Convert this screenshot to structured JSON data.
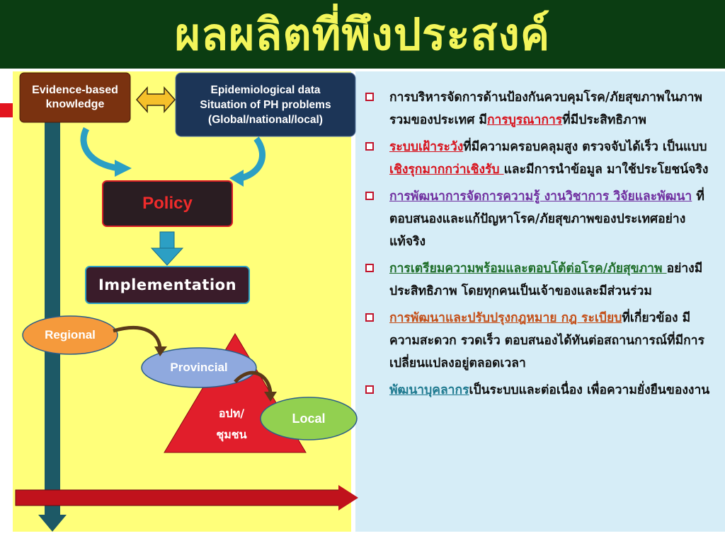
{
  "title": "ผลผลิตที่พึงประสงค์",
  "colors": {
    "header_bg": "#0b3d12",
    "title": "#f3f55a",
    "left_panel": "#ffff7a",
    "right_panel": "#d6edf7",
    "evidence_box": "#7a3210",
    "epi_box": "#1c3557",
    "policy_box": "#2a1d22",
    "policy_text": "#ef2b2b",
    "implementation_box": "#3a1c2a",
    "arrow_teal": "#2c9fc4",
    "arrow_vertical": "#1d5966",
    "arrow_horizontal": "#c0121c",
    "regional": "#f59a3c",
    "provincial": "#8fa9de",
    "local": "#92d050",
    "triangle": "#e11e2b",
    "bullet_marker": "#c0142c",
    "red_link": "#d8141e",
    "purple_link": "#7030a0",
    "green_link": "#1f6e2a",
    "orange_link": "#c4501a",
    "teal_link": "#1f7a90"
  },
  "diagram": {
    "evidence_box": "Evidence-based knowledge",
    "evidence_line1": "Evidence-based",
    "evidence_line2": "knowledge",
    "epi_line1": "Epidemiological data",
    "epi_line2": "Situation of PH problems",
    "epi_line3": "(Global/national/local)",
    "policy": "Policy",
    "implementation": "Implementation",
    "regional": "Regional",
    "provincial": "Provincial",
    "local": "Local",
    "triangle_line1": "อปท/",
    "triangle_line2": "ชุมชน",
    "double_arrow_icon": "double-arrow-icon"
  },
  "bullets": [
    {
      "pre": "การบริหารจัดการด้านป้องกันควบคุมโรค/ภัยสุขภาพในภาพรวมของประเทศ มี",
      "link": "การบูรณาการ",
      "post": "ที่มีประสิทธิภาพ",
      "link_color": "#d8141e"
    },
    {
      "pre": "",
      "link": "ระบบเฝ้าระวัง",
      "post": "ที่มีความครอบคลุมสูง ตรวจจับได้เร็ว เป็นแบบ",
      "link2": "เชิงรุกมากกว่าเชิงรับ ",
      "post2": "และมีการนำข้อมูล มาใช้ประโยชน์จริง",
      "link_color": "#d8141e"
    },
    {
      "pre": "",
      "link": "การพัฒนาการจัดการความรู้ งานวิชาการ วิจัยและพัฒนา",
      "post": " ที่ตอบสนองและแก้ปัญหาโรค/ภัยสุขภาพของประเทศอย่างแท้จริง",
      "link_color": "#7030a0"
    },
    {
      "pre": "",
      "link": "การเตรียมความพร้อมและตอบโต้ต่อโรค/ภัยสุขภาพ ",
      "post": "อย่างมีประสิทธิภาพ โดยทุกคนเป็นเจ้าของและมีส่วนร่วม",
      "link_color": "#1f6e2a"
    },
    {
      "pre": "",
      "link": "การพัฒนาและปรับปรุงกฎหมาย กฎ ระเบียบ",
      "post": "ที่เกี่ยวข้อง มีความสะดวก รวดเร็ว ตอบสนองได้ทันต่อสถานการณ์ที่มีการเปลี่ยนแปลงอยู่ตลอดเวลา",
      "link_color": "#c4501a"
    },
    {
      "pre": "",
      "link": "พัฒนาบุคลากร",
      "post": "เป็นระบบและต่อเนื่อง เพื่อความยั่งยืนของงาน",
      "link_color": "#1f7a90"
    }
  ]
}
